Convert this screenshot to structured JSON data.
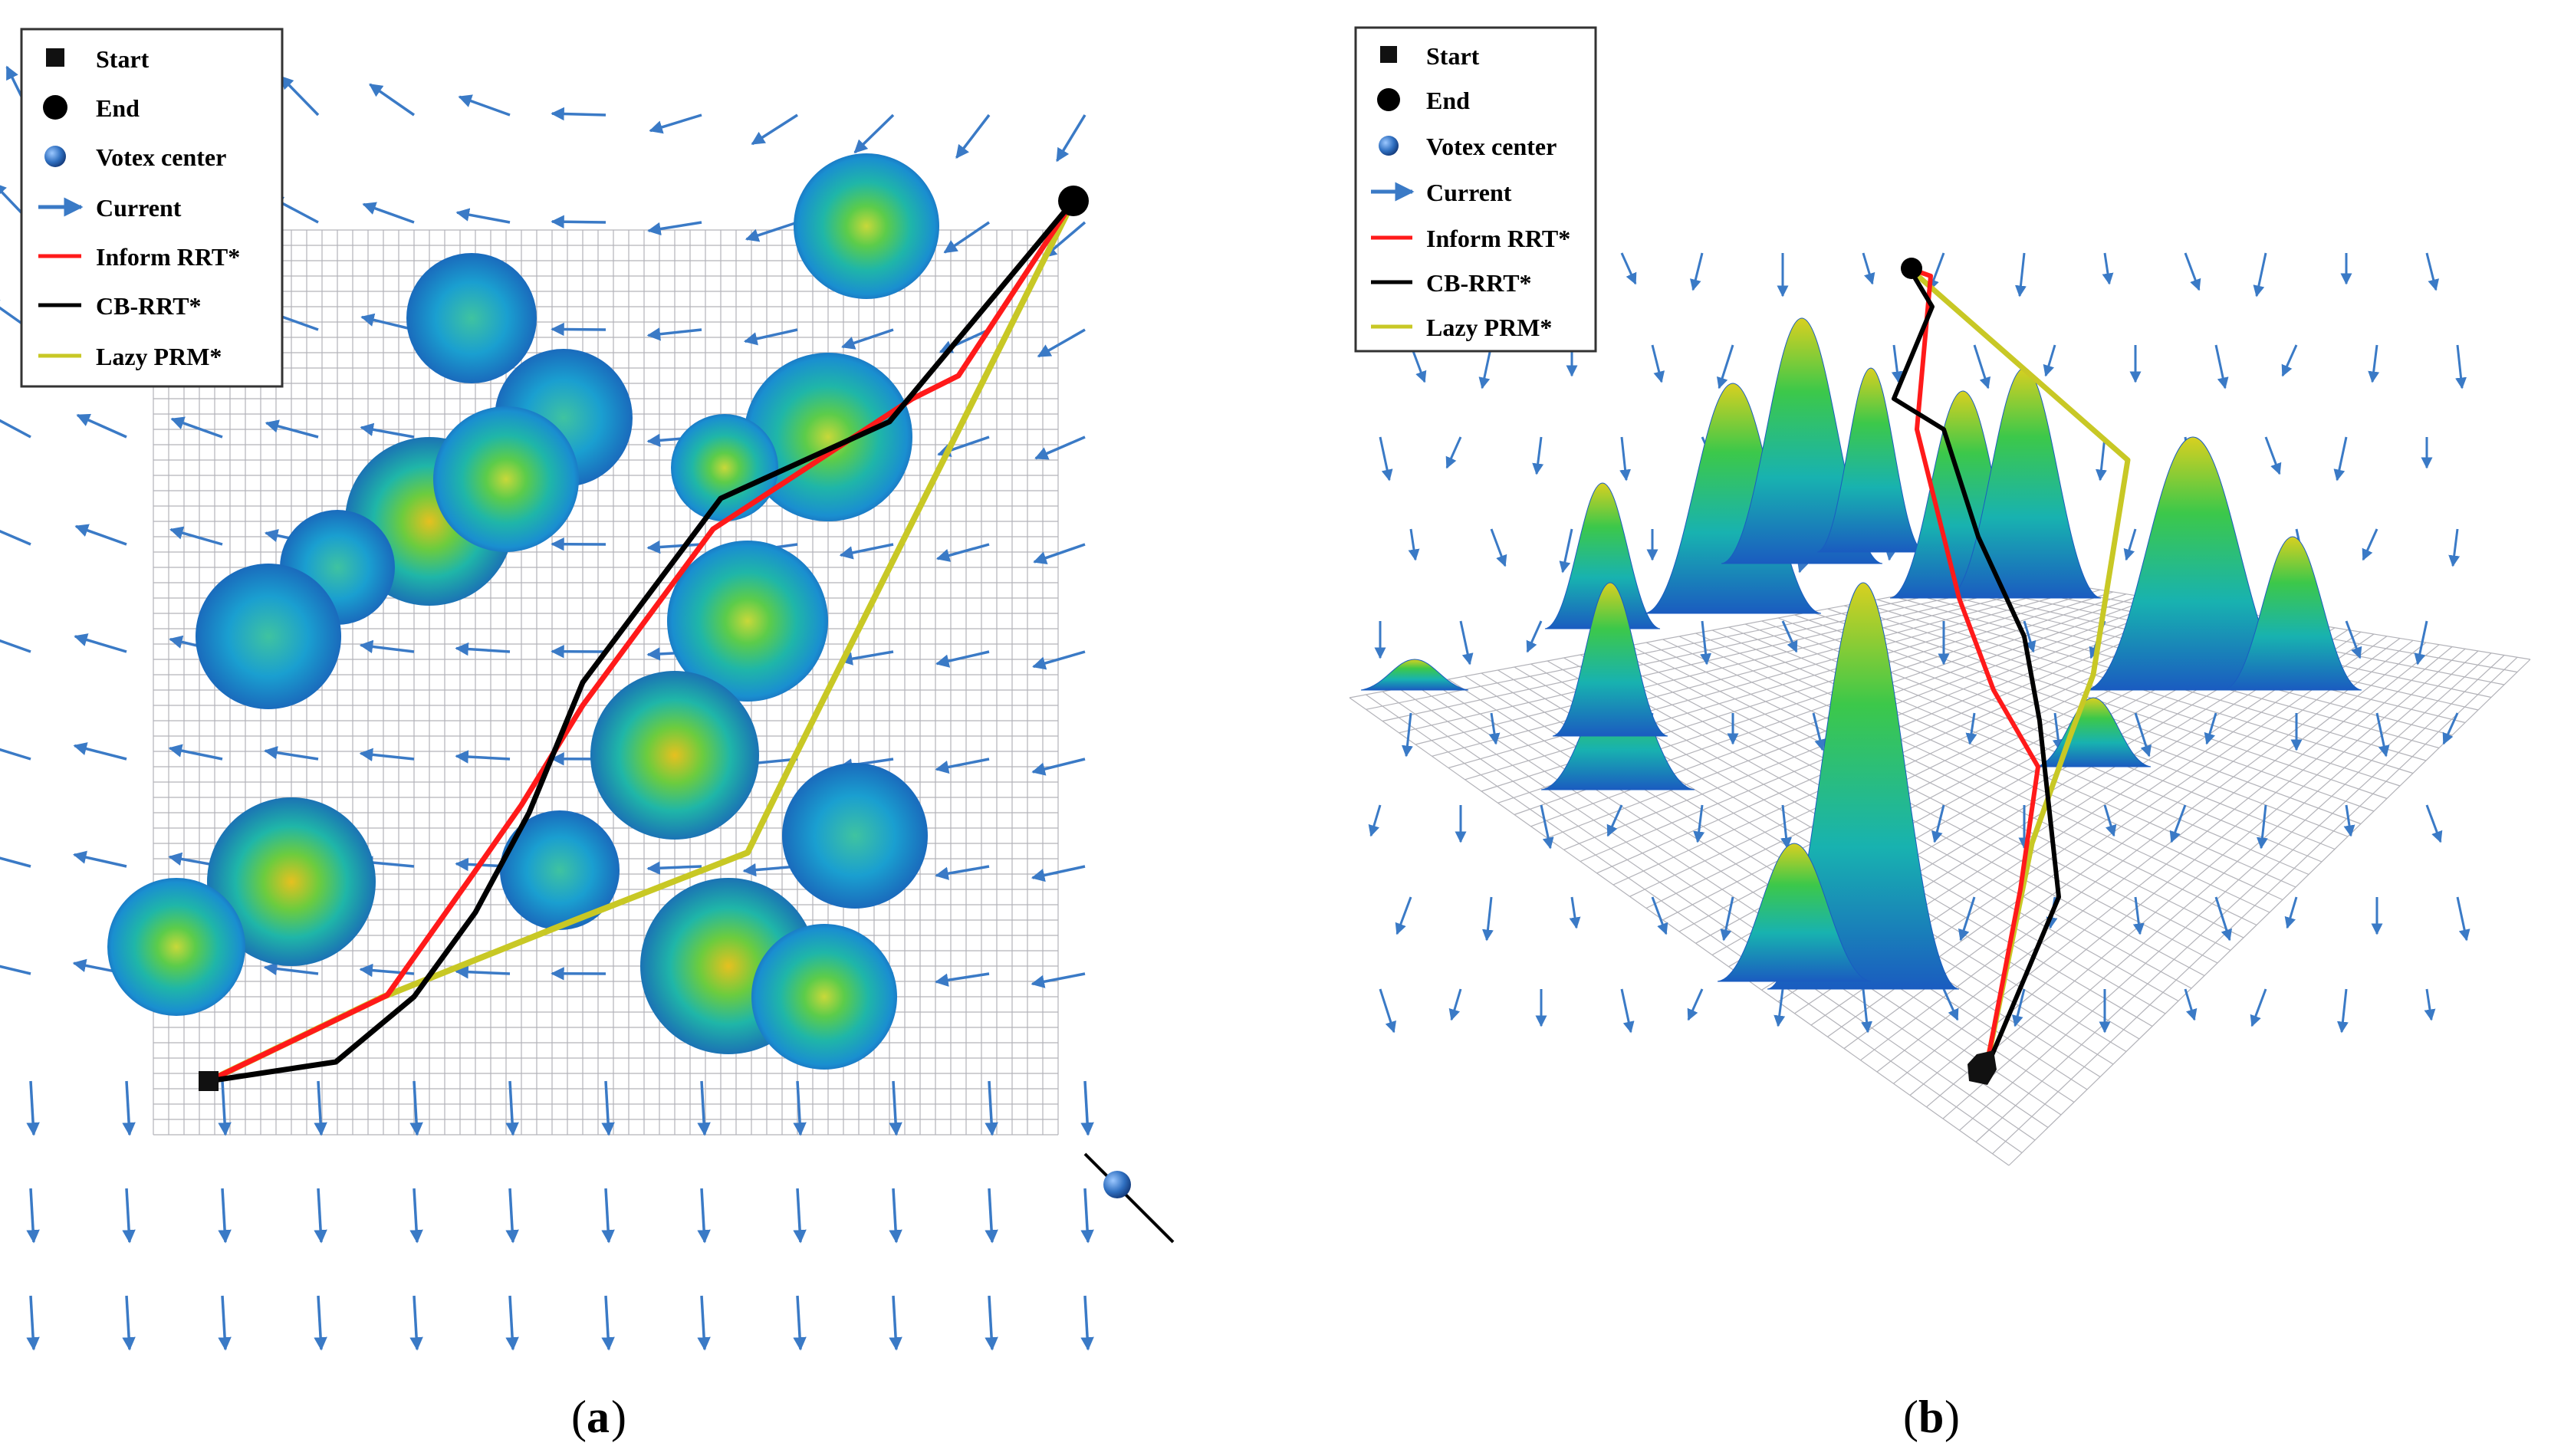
{
  "legend": {
    "start": "Start",
    "end": "End",
    "vortex_center": "Votex center",
    "current": "Current",
    "inform_rrt": "Inform RRT*",
    "cb_rrt": "CB-RRT*",
    "lazy_prm": "Lazy PRM*"
  },
  "colors": {
    "inform_rrt": "#ff1a1a",
    "cb_rrt": "#000000",
    "lazy_prm": "#c8c825",
    "current_arrow": "#3a7ac6",
    "vortex": "#2f6fc0",
    "grid": "#9a9aa2"
  },
  "panels": [
    {
      "caption_open": "(",
      "caption_letter": "a",
      "caption_close": ")"
    },
    {
      "caption_open": "(",
      "caption_letter": "b",
      "caption_close": ")"
    }
  ]
}
